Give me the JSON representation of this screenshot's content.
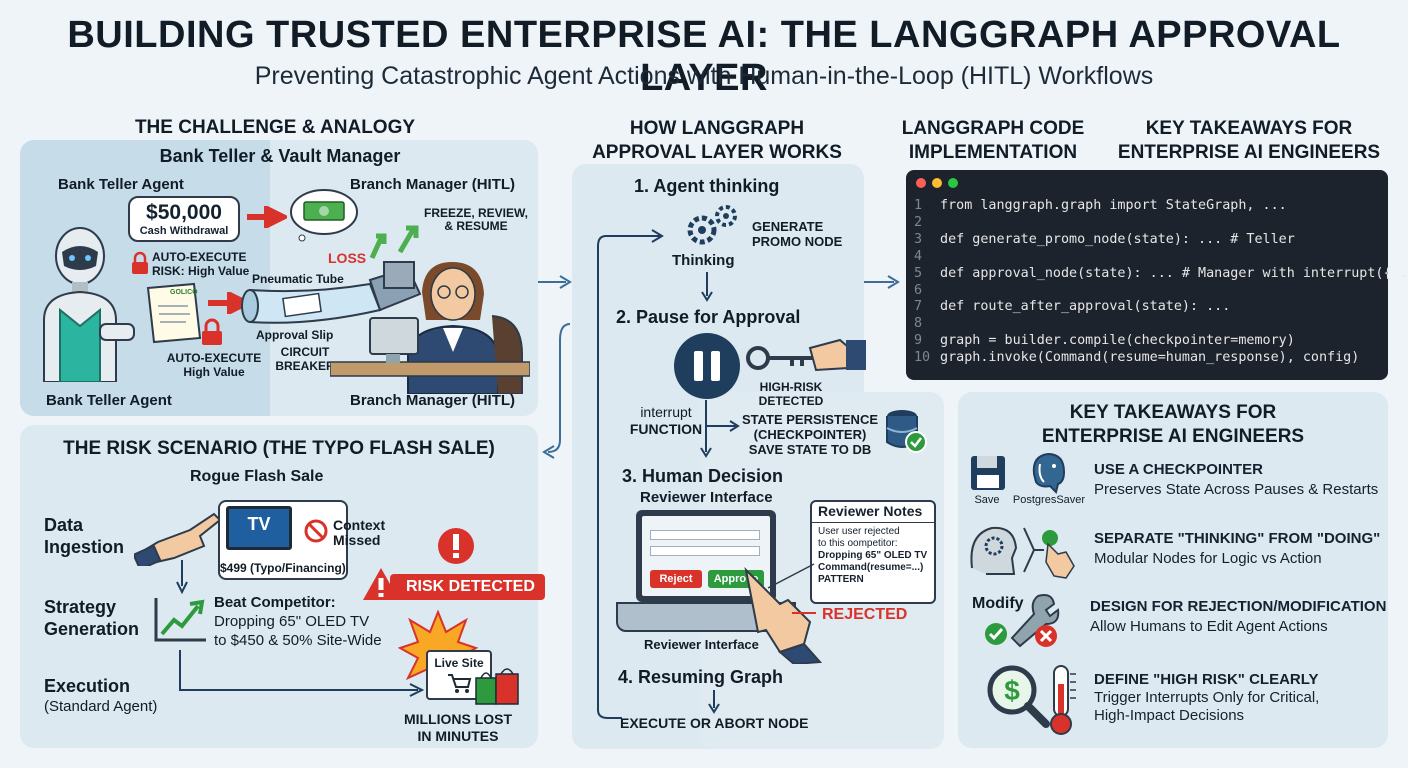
{
  "header": {
    "title": "BUILDING TRUSTED ENTERPRISE AI: THE LANGGRAPH APPROVAL LAYER",
    "subtitle": "Preventing Catastrophic Agent Actions with Human-in-the-Loop (HITL) Workflows"
  },
  "challenge": {
    "heading": "THE CHALLENGE & ANALOGY",
    "subheading": "Bank Teller & Vault Manager",
    "teller_label": "Bank Teller Agent",
    "amount": "$50,000",
    "amount_caption": "Cash Withdrawal",
    "manager_label": "Branch Manager (HITL)",
    "auto_exec_1a": "AUTO-EXECUTE",
    "auto_exec_1b": "RISK: High Value",
    "loss": "LOSS",
    "freeze": "FREEZE, REVIEW,",
    "freeze2": "& RESUME",
    "tube": "Pneumatic Tube",
    "slip": "Approval Slip",
    "circuit": "CIRCUIT",
    "breaker": "BREAKER",
    "auto_exec_2a": "AUTO-EXECUTE",
    "auto_exec_2b": "High Value",
    "slip_text": "GOLICO",
    "bottom_teller": "Bank Teller Agent",
    "bottom_manager": "Branch Manager (HITL)"
  },
  "risk": {
    "heading": "THE RISK SCENARIO (THE TYPO FLASH SALE)",
    "subheading": "Rogue Flash Sale",
    "data_ingestion": "Data Ingestion",
    "tv": "TV",
    "price": "$499 (Typo/Financing)",
    "context_missed_a": "Context",
    "context_missed_b": "Missed",
    "risk_detected": "RISK DETECTED",
    "strategy": "Strategy Generation",
    "beat_a": "Beat Competitor:",
    "beat_b": "Dropping 65\" OLED TV",
    "beat_c": "to $450 & 50% Site-Wide",
    "execution": "Execution",
    "standard_agent": "(Standard Agent)",
    "live_site": "Live Site",
    "millions_a": "MILLIONS LOST",
    "millions_b": "IN MINUTES"
  },
  "how": {
    "heading_a": "HOW LANGGRAPH",
    "heading_b": "APPROVAL LAYER WORKS",
    "step1": "1. Agent thinking",
    "generate_a": "GENERATE",
    "generate_b": "PROMO NODE",
    "thinking": "Thinking",
    "step2": "2. Pause for Approval",
    "high_risk_a": "HIGH-RISK",
    "high_risk_b": "DETECTED",
    "interrupt_a": "interrupt",
    "interrupt_b": "FUNCTION",
    "persist_a": "STATE PERSISTENCE",
    "persist_b": "(CHECKPOINTER)",
    "persist_c": "SAVE STATE TO DB",
    "step3": "3. Human Decision",
    "reviewer_interface": "Reviewer Interface",
    "reject": "Reject",
    "approve": "Approve",
    "notes_title": "Reviewer Notes",
    "notes_1": "User user rejected",
    "notes_2": "to this oompetitor:",
    "notes_3": "Dropping 65\" OLED TV",
    "notes_4": "Command(resume=...)",
    "notes_5": "PATTERN",
    "rejected": "REJECTED",
    "reviewer_interface_bottom": "Reviewer Interface",
    "step4": "4. Resuming Graph",
    "execute": "EXECUTE OR ABORT NODE"
  },
  "code": {
    "heading_a": "LANGGRAPH CODE",
    "heading_b": "IMPLEMENTATION",
    "lines": [
      {
        "n": "1",
        "t": "from langgraph.graph import StateGraph, ..."
      },
      {
        "n": "2",
        "t": ""
      },
      {
        "n": "3",
        "t": "def generate_promo_node(state): ... # Teller"
      },
      {
        "n": "4",
        "t": ""
      },
      {
        "n": "5",
        "t": "def approval_node(state): ... # Manager with interrupt({ ... })"
      },
      {
        "n": "6",
        "t": ""
      },
      {
        "n": "7",
        "t": "def route_after_approval(state): ..."
      },
      {
        "n": "8",
        "t": ""
      },
      {
        "n": "9",
        "t": "graph = builder.compile(checkpointer=memory)"
      },
      {
        "n": "10",
        "t": "graph.invoke(Command(resume=human_response), config)"
      }
    ]
  },
  "takeaways": {
    "top_heading_a": "KEY TAKEAWAYS FOR",
    "top_heading_b": "ENTERPRISE AI ENGINEERS",
    "heading_a": "KEY TAKEAWAYS FOR",
    "heading_b": "ENTERPRISE AI ENGINEERS",
    "save": "Save",
    "postgres": "PostgresSaver",
    "modify": "Modify",
    "items": [
      {
        "title": "USE A CHECKPOINTER",
        "desc": "Preserves State Across Pauses & Restarts"
      },
      {
        "title": "SEPARATE \"THINKING\" FROM \"DOING\"",
        "desc": "Modular Nodes for Logic vs Action"
      },
      {
        "title": "DESIGN FOR REJECTION/MODIFICATION",
        "desc": "Allow Humans to Edit Agent Actions"
      },
      {
        "title": "DEFINE \"HIGH RISK\" CLEARLY",
        "desc": "Trigger Interrupts Only for Critical,",
        "desc2": "High-Impact Decisions"
      }
    ]
  },
  "colors": {
    "accent": "#1f3d5c",
    "danger": "#d9322b",
    "success": "#2e9a3e",
    "panel": "#dce9f1"
  }
}
